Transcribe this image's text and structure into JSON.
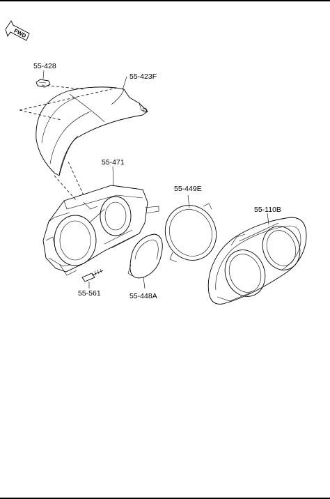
{
  "diagram": {
    "direction_marker": {
      "text": "FWD",
      "icon": "fwd-arrow-icon"
    },
    "parts": [
      {
        "id": "p428",
        "label": "55-428",
        "name": "clip"
      },
      {
        "id": "p423",
        "label": "55-423F",
        "name": "meter hood"
      },
      {
        "id": "p471",
        "label": "55-471",
        "name": "instrument cluster"
      },
      {
        "id": "p449",
        "label": "55-449E",
        "name": "meter lens"
      },
      {
        "id": "p110",
        "label": "55-110B",
        "name": "cluster panel"
      },
      {
        "id": "p561",
        "label": "55-561",
        "name": "screw"
      },
      {
        "id": "p448",
        "label": "55-448A",
        "name": "meter lens"
      }
    ]
  }
}
